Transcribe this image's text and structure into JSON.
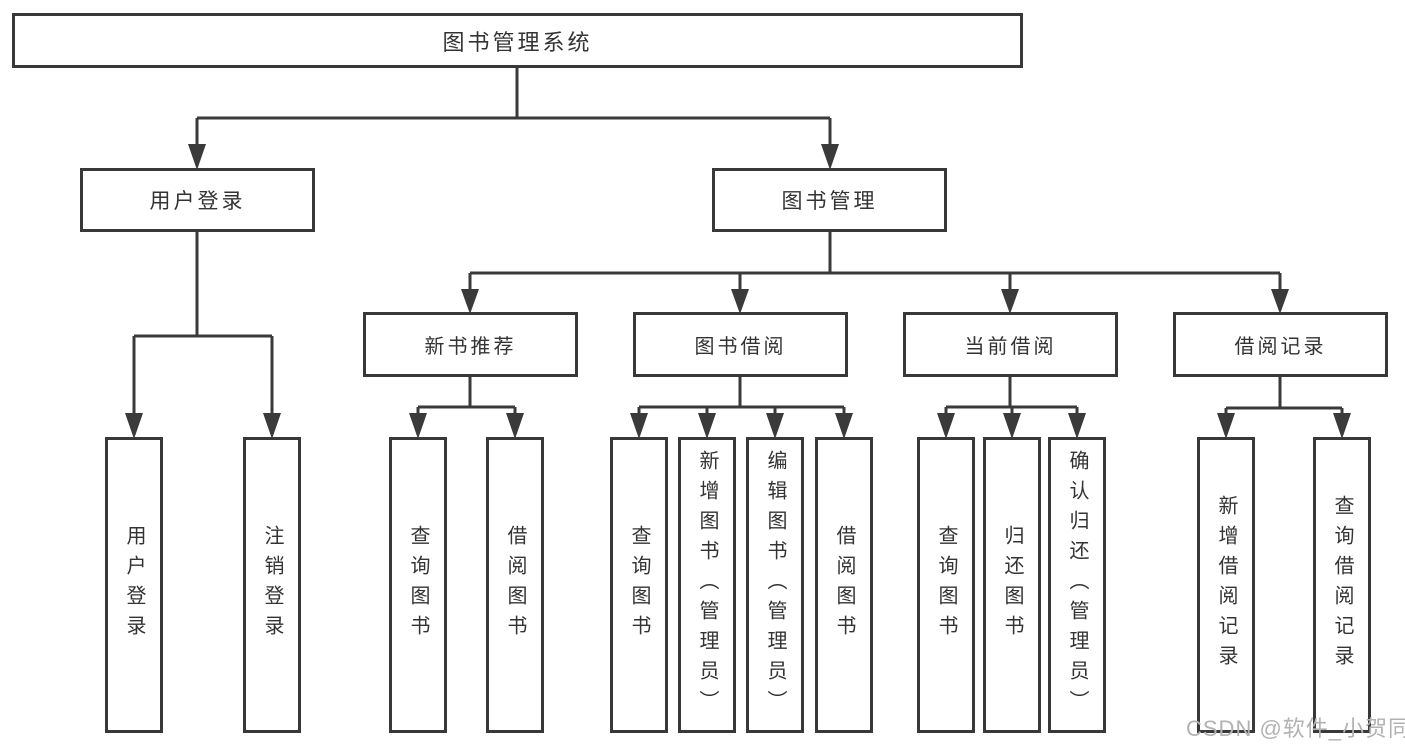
{
  "diagram": {
    "root": "图书管理系统",
    "user_login_branch": {
      "label": "用户登录",
      "children": [
        "用户登录",
        "注销登录"
      ]
    },
    "book_management_branch": {
      "label": "图书管理",
      "sections": [
        {
          "label": "新书推荐",
          "children": [
            "查询图书",
            "借阅图书"
          ]
        },
        {
          "label": "图书借阅",
          "children": [
            "查询图书",
            "新增图书（管理员）",
            "编辑图书（管理员）",
            "借阅图书"
          ]
        },
        {
          "label": "当前借阅",
          "children": [
            "查询图书",
            "归还图书",
            "确认归还（管理员）"
          ]
        },
        {
          "label": "借阅记录",
          "children": [
            "新增借阅记录",
            "查询借阅记录"
          ]
        }
      ]
    },
    "watermark": "CSDN @软件_小贺同学"
  },
  "colors": {
    "line": "#3a3a3a",
    "border": "#383838",
    "text": "#333333",
    "watermark": "#b2b2b2",
    "background": "#ffffff"
  }
}
